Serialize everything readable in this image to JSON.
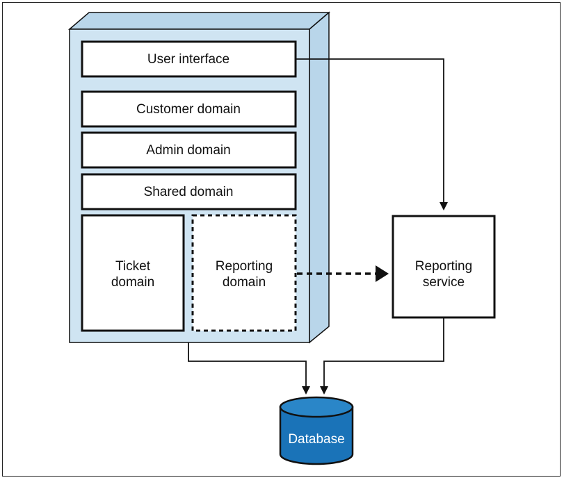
{
  "diagram": {
    "layers": {
      "user_interface": "User interface",
      "customer_domain": "Customer domain",
      "admin_domain": "Admin domain",
      "shared_domain": "Shared domain"
    },
    "ticket_domain": [
      "Ticket",
      "domain"
    ],
    "reporting_domain": [
      "Reporting",
      "domain"
    ],
    "reporting_service": [
      "Reporting",
      "service"
    ],
    "database": "Database",
    "colors": {
      "box_fill": "#cfe4f2",
      "box_side": "#b9d6ea",
      "database_fill": "#1a73b8",
      "database_top": "#2a86c8",
      "stroke": "#111111"
    }
  }
}
